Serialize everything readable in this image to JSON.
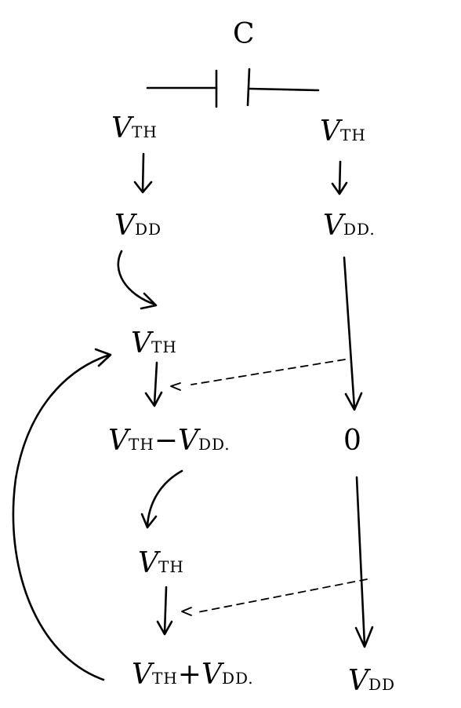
{
  "capacitor": {
    "label": "C"
  },
  "left_column": {
    "top": {
      "main": "V",
      "sub": "TH"
    },
    "after_charge": {
      "main": "V",
      "sub": "DD"
    },
    "plate_start": {
      "main": "V",
      "sub": "TH"
    },
    "after_drop": {
      "main": "V",
      "sub": "TH",
      "suffix": "−V",
      "sub2": "DD."
    },
    "plate_again": {
      "main": "V",
      "sub": "TH"
    },
    "after_boost": {
      "main": "V",
      "sub": "TH",
      "suffix": "+V",
      "sub2": "DD."
    }
  },
  "right_column": {
    "top": {
      "main": "V",
      "sub": "TH"
    },
    "after_charge": {
      "main": "V",
      "sub": "DD."
    },
    "after_drop": {
      "main": "0"
    },
    "final": {
      "main": "V",
      "sub": "DD"
    }
  }
}
